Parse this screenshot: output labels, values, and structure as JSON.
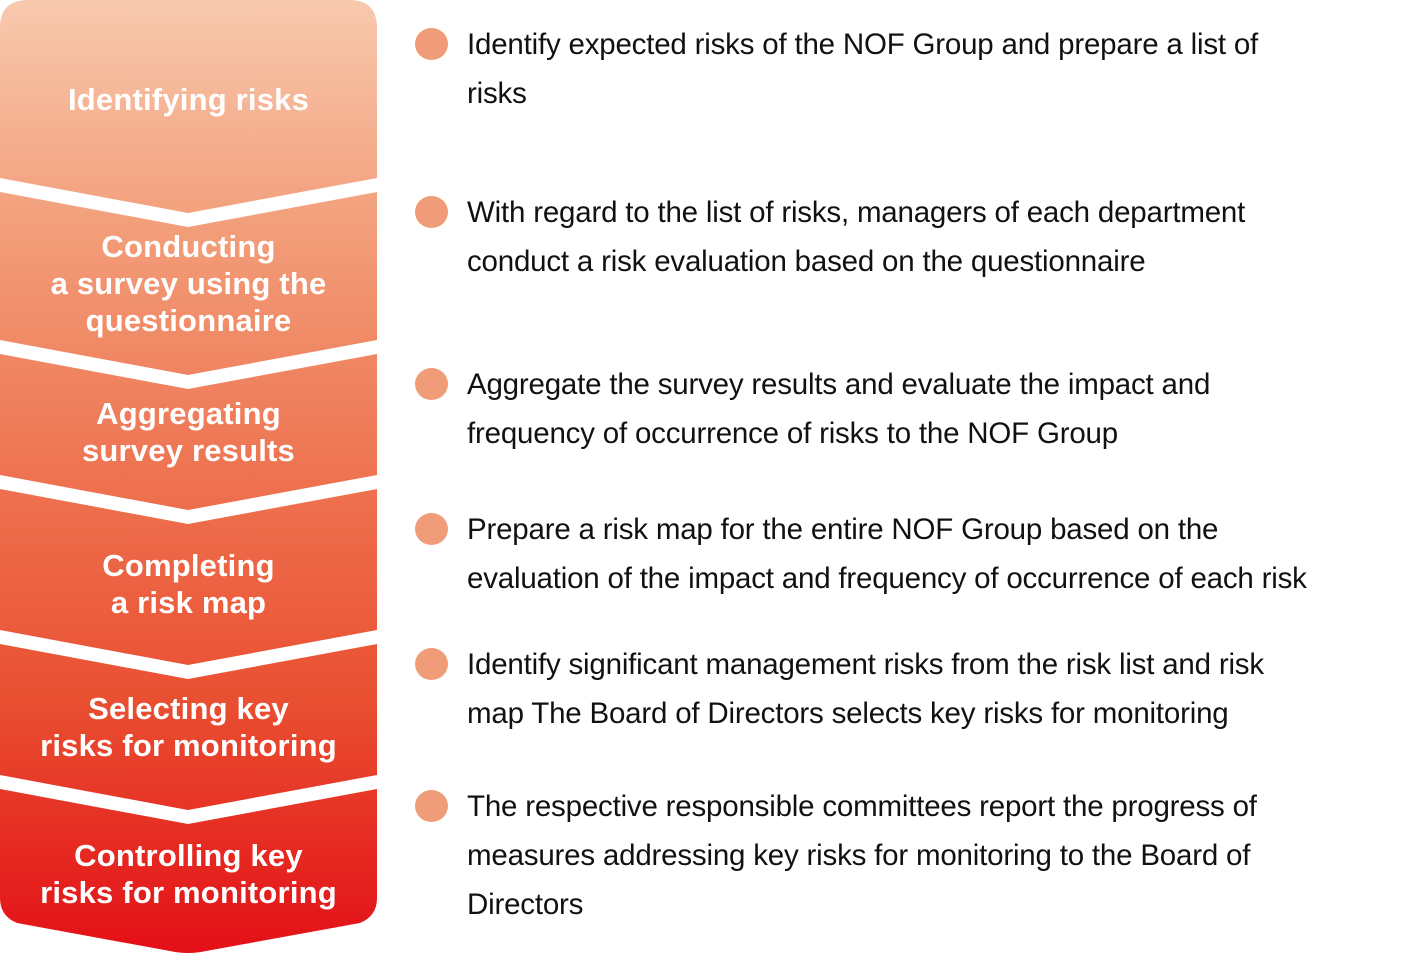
{
  "diagram": {
    "steps": [
      {
        "label": "Identifying risks",
        "description": "Identify expected risks of the NOF Group and prepare a list of\nrisks"
      },
      {
        "label": "Conducting\na survey using the\nquestionnaire",
        "description": "With regard to the list of risks, managers of each department\nconduct a risk evaluation based on the questionnaire"
      },
      {
        "label": "Aggregating\nsurvey results",
        "description": "Aggregate the survey results and evaluate the impact and\nfrequency of occurrence of risks to the NOF Group"
      },
      {
        "label": "Completing\na risk map",
        "description": "Prepare a risk map for the entire NOF Group based on the\nevaluation of the impact and frequency of occurrence of each risk"
      },
      {
        "label": "Selecting key\nrisks for monitoring",
        "description": "Identify significant management risks from the risk list and risk\nmap The Board of Directors selects key risks for monitoring"
      },
      {
        "label": "Controlling key\nrisks for monitoring",
        "description": "The respective responsible committees report the progress of\nmeasures addressing key risks for monitoring to the Board of\nDirectors"
      }
    ],
    "colors": {
      "gradient_top": "#f8c9ae",
      "gradient_upper": "#f29b77",
      "gradient_mid": "#ee7250",
      "gradient_lower": "#e94f31",
      "gradient_bottom": "#e30d16",
      "bullet": "#f09c78",
      "step_text": "#ffffff",
      "description_text": "#111111"
    }
  }
}
